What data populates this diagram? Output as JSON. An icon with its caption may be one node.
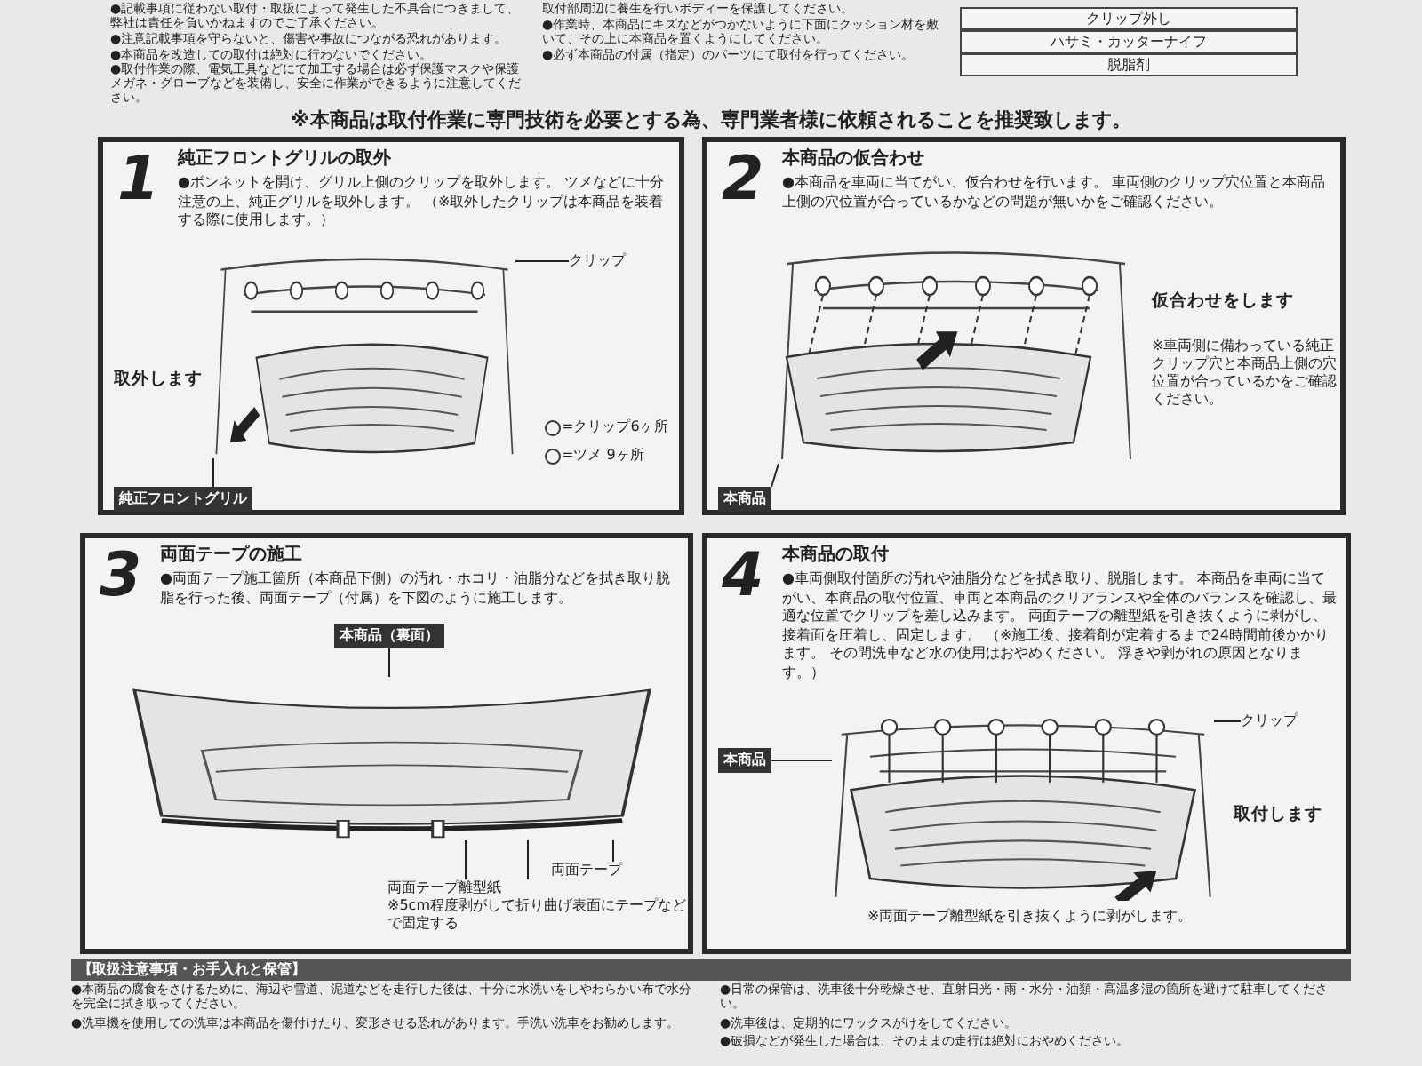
{
  "diagram": {
    "nodes": [
      {
        "text": [
          "1",
          "純正フロントグリルの取外",
          "●ボンネットを開け、グリル上側のクリップを取外します。 ツメなどに十分注意の上、純正グリルを取外します。 （※取外したクリップは本商品を装着する際に使用します。）"
        ]
      },
      {
        "text": [],
        "shape": "picture",
        "in": 0
      },
      {
        "text": [
          "クリップ"
        ],
        "in": 0
      },
      {
        "text": [
          "取外します"
        ],
        "in": 0
      },
      {
        "text": [
          "純正フロントグリル"
        ],
        "in": 0
      },
      {
        "text": [
          "2",
          "本商品の仮合わせ",
          "●本商品を車両に当てがい、仮合わせを行います。 車両側のクリップ穴位置と本商品上側の穴位置が合っているかなどの問題が無いかをご確認ください。"
        ]
      },
      {
        "text": [],
        "shape": "picture",
        "in": 5
      },
      {
        "text": [
          "仮合わせをします"
        ],
        "in": 5
      },
      {
        "text": [
          "※車両側に備わっている純正クリップ穴と本商品上側の穴位置が合っているかをご確認ください。"
        ],
        "in": 5
      },
      {
        "text": [
          "本商品"
        ],
        "in": 5
      },
      {
        "text": [
          "3",
          "両面テープの施工",
          "●両面テープ施工箇所（本商品下側）の汚れ・ホコリ・油脂分などを拭き取り脱脂を行った後、両面テープ（付属）を下図のように施工します。"
        ]
      },
      {
        "text": [],
        "shape": "picture",
        "in": 10
      },
      {
        "text": [
          "本商品（裏面）"
        ],
        "in": 10
      },
      {
        "text": [
          "両面テープ"
        ],
        "in": 10
      },
      {
        "text": [
          "両面テープ離型紙",
          "※5cm程度剥がして折り曲げ表面にテープなどで固定する"
        ],
        "in": 10
      },
      {
        "text": [
          "4",
          "本商品の取付",
          "●車両側取付箇所の汚れや油脂分などを拭き取り、脱脂します。 本商品を車両に当てがい、本商品の取付位置、車両と本商品のクリアランスや全体のバランスを確認し、最適な位置でクリップを差し込みます。 両面テープの離型紙を引き抜くように剥がし、接着面を圧着し、固定します。 （※施工後、接着剤が定着するまで24時間前後かかります。 その間洗車など水の使用はおやめください。 浮きや剥がれの原因となります。）"
        ]
      },
      {
        "text": [],
        "shape": "picture",
        "in": 15
      },
      {
        "text": [
          "クリップ"
        ],
        "in": 15
      },
      {
        "text": [
          "本商品"
        ],
        "in": 15
      },
      {
        "text": [
          "取付します"
        ],
        "in": 15
      },
      {
        "text": [
          "※両面テープ離型紙を引き抜くように剥がします。"
        ],
        "in": 15
      }
    ],
    "edges": [
      {
        "from": 2,
        "to": 1,
        "arrow": "none"
      },
      {
        "from": 4,
        "to": 1,
        "arrow": "none"
      },
      {
        "from": 9,
        "to": 6,
        "arrow": "none"
      },
      {
        "from": 12,
        "to": 11,
        "arrow": "none"
      },
      {
        "from": 13,
        "to": 11,
        "arrow": "none"
      },
      {
        "from": 14,
        "to": 11,
        "arrow": "none"
      },
      {
        "from": 14,
        "to": 11,
        "arrow": "none"
      },
      {
        "from": 17,
        "to": 16,
        "arrow": "none"
      },
      {
        "from": 18,
        "to": 16,
        "arrow": "none"
      }
    ],
    "labels": [
      "●記載事項に従わない取付・取扱によって発生した不具合につきまして、弊社は責任を負いかねますのでご了承ください。",
      "●注意記載事項を守らないと、傷害や事故につながる恐れがあります。",
      "●本商品を改造しての取付は絶対に行わないでください。",
      "●取付作業の際、電気工具などにて加工する場合は必ず保護マスクや保護メガネ・グローブなどを装備し、安全に作業ができるように注意してください。",
      "取付部周辺に養生を行いボディーを保護してください。",
      "●作業時、本商品にキズなどがつかないように下面にクッション材を敷いて、その上に本商品を置くようにしてください。",
      "●必ず本商品の付属（指定）のパーツにて取付を行ってください。",
      "クリップ外し",
      "ハサミ・カッターナイフ",
      "脱脂剤",
      "※本商品は取付作業に専門技術を必要とする為、専門業者様に依頼されることを推奨致します。",
      "【取扱注意事項・お手入れと保管】",
      "●本商品の腐食をさけるために、海辺や雪道、泥道などを走行した後は、十分に水洗いをしやわらかい布で水分を完全に拭き取ってください。",
      "●洗車機を使用しての洗車は本商品を傷付けたり、変形させる恐れがあります。手洗い洗車をお勧めします。",
      "●日常の保管は、洗車後十分乾燥させ、直射日光・雨・水分・油類・高温多湿の箇所を避けて駐車してください。",
      "●洗車後は、定期的にワックスがけをしてください。",
      "●破損などが発生した場合は、そのままの走行は絶対におやめください。"
    ],
    "legend": [
      {
        "text": "=クリップ6ヶ所"
      },
      {
        "text": "=ツメ 9ヶ所"
      }
    ]
  }
}
